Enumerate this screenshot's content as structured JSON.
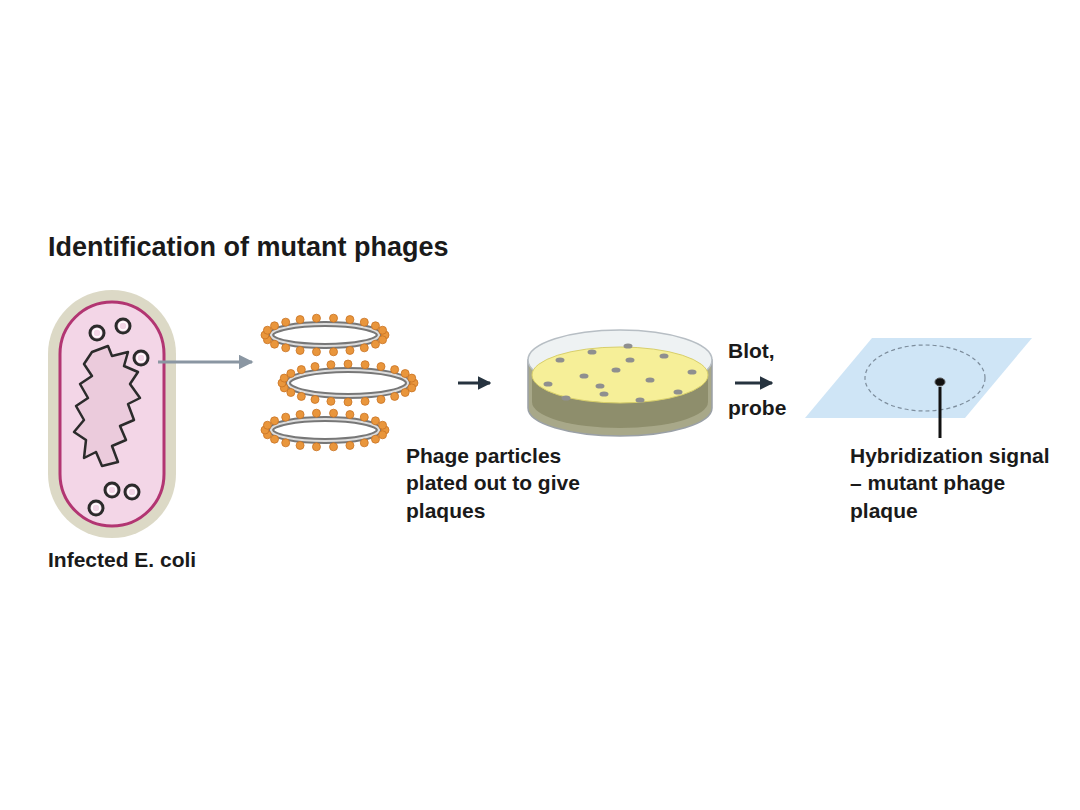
{
  "diagram": {
    "title": "Identification of mutant phages",
    "labels": [
      "Infected E. coli",
      "Phage particles plated out to give plaques",
      "Blot,",
      "probe",
      "Hybridization signal – mutant phage plaque"
    ]
  }
}
